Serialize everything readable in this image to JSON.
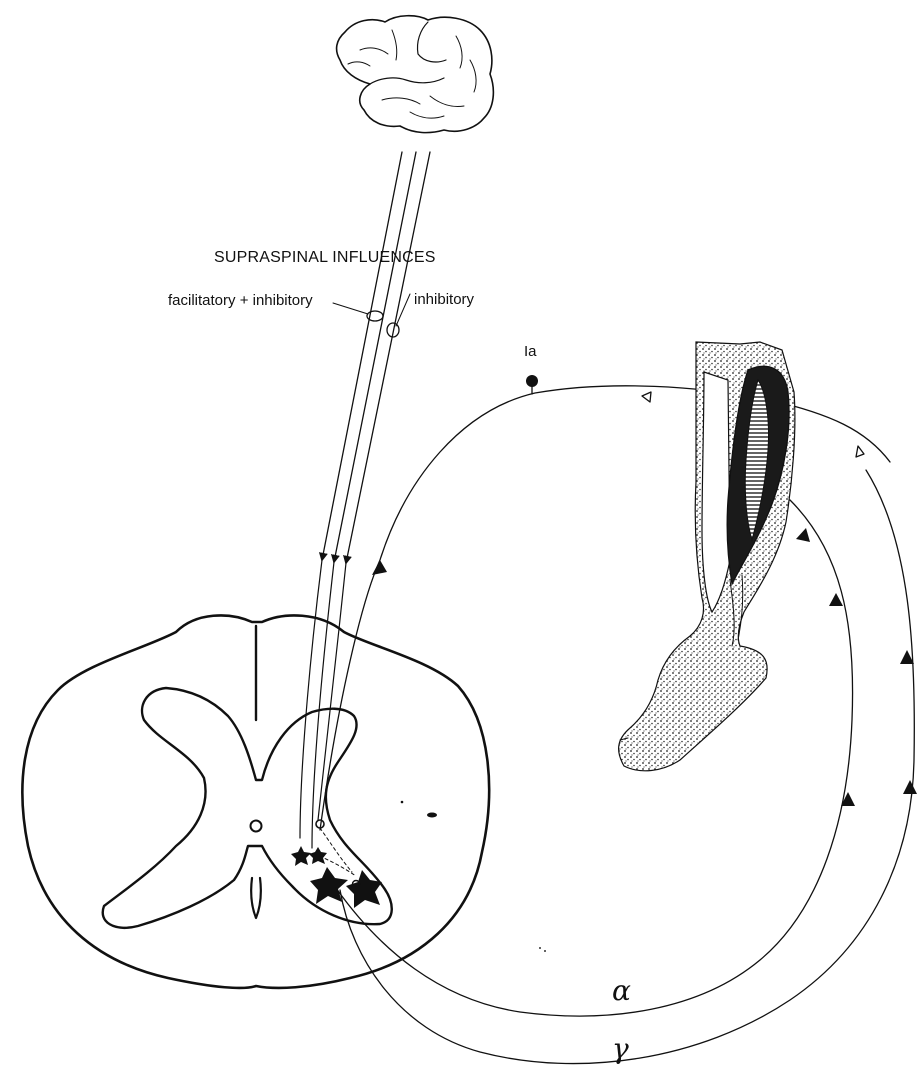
{
  "labels": {
    "supraspinal": "SUPRASPINAL INFLUENCES",
    "facilitatory_inhibitory": "facilitatory + inhibitory",
    "inhibitory": "inhibitory",
    "ia": "Ia",
    "alpha": "α",
    "gamma": "γ"
  }
}
